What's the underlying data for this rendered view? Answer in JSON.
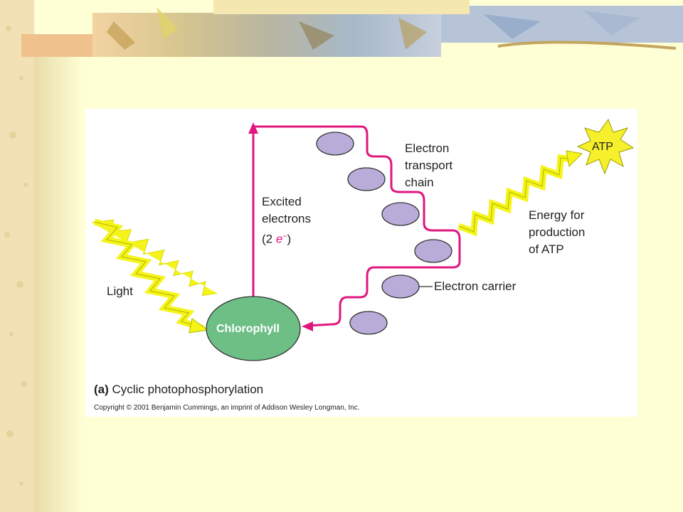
{
  "diagram": {
    "labels": {
      "light": "Light",
      "chlorophyll": "Chlorophyll",
      "excited_line1": "Excited",
      "excited_line2": "electrons",
      "excited_paren_open": "(2 ",
      "excited_e": "e",
      "excited_superscript": "–",
      "excited_paren_close": ")",
      "etc_line1": "Electron",
      "etc_line2": "transport",
      "etc_line3": "chain",
      "energy_line1": "Energy for",
      "energy_line2": "production",
      "energy_line3": "of ATP",
      "atp": "ATP",
      "electron_carrier": "Electron carrier"
    },
    "caption": {
      "part": "(a)",
      "title": "Cyclic photophosphorylation"
    },
    "copyright": "Copyright © 2001 Benjamin Cummings, an imprint of Addison Wesley Longman, Inc."
  },
  "colors": {
    "slide_background": "#ffffd6",
    "left_border": "#f1e1b4",
    "shadow_band": "#f6efbf",
    "panel": "#ffffff",
    "arrow": "#e0167f",
    "chlorophyll": "#6dbf86",
    "carrier": "#b9acd9",
    "zigzag": "#f4f41a",
    "atp_star": "#f5ef2c",
    "accent_red": "#e0167f"
  }
}
